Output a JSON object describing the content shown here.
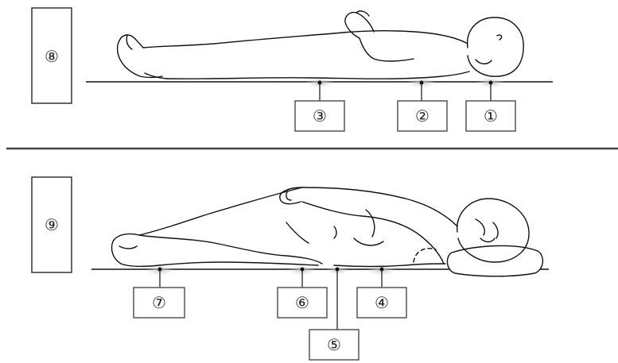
{
  "figure": {
    "panel_top": {
      "tag": "⑧",
      "callouts": [
        "①",
        "②",
        "③"
      ]
    },
    "panel_bottom": {
      "tag": "⑨",
      "callouts": [
        "④",
        "⑤",
        "⑥",
        "⑦"
      ]
    }
  },
  "colors": {
    "ink": "#111111",
    "label_border": "#555555",
    "contact_highlight": "#c8c8c8",
    "divider": "#444444"
  }
}
